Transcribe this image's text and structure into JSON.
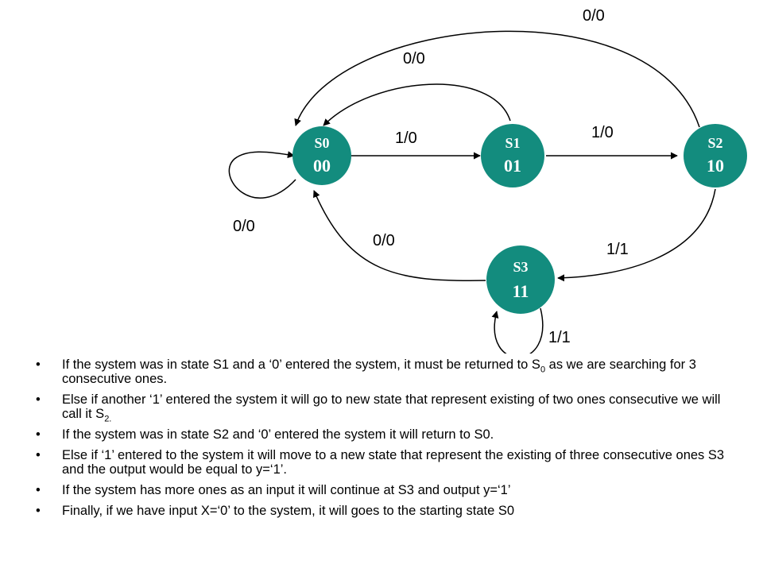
{
  "states": [
    {
      "id": "S0",
      "name": "S0",
      "code": "00"
    },
    {
      "id": "S1",
      "name": "S1",
      "code": "01"
    },
    {
      "id": "S2",
      "name": "S2",
      "code": "10"
    },
    {
      "id": "S3",
      "name": "S3",
      "code": "11"
    }
  ],
  "transitions": [
    {
      "from": "S0",
      "to": "S0",
      "label": "0/0"
    },
    {
      "from": "S0",
      "to": "S1",
      "label": "1/0"
    },
    {
      "from": "S1",
      "to": "S0",
      "label": "0/0"
    },
    {
      "from": "S1",
      "to": "S2",
      "label": "1/0"
    },
    {
      "from": "S2",
      "to": "S0",
      "label": "0/0"
    },
    {
      "from": "S2",
      "to": "S3",
      "label": "1/1"
    },
    {
      "from": "S3",
      "to": "S0",
      "label": "0/0"
    },
    {
      "from": "S3",
      "to": "S3",
      "label": "1/1"
    }
  ],
  "colors": {
    "state_fill": "#138c7e",
    "edge": "#000000",
    "text": "#000000"
  },
  "notes": [
    {
      "pre": "If the system was in state S1 and a ‘0’ entered the system, it must be returned to S",
      "sub": "0",
      "post": " as we are searching for 3 consecutive ones."
    },
    {
      "pre": "Else if another ‘1’ entered the system it will go to new state that represent existing of two ones consecutive we will call it S",
      "sub": "2.",
      "post": ""
    },
    {
      "pre": "If the system was in state S2 and ‘0’ entered the system it will return to S0.",
      "sub": "",
      "post": ""
    },
    {
      "pre": "Else if ‘1’ entered to the system it will move to a new state that represent the existing of three consecutive ones S3 and the output would be equal to y=‘1’.",
      "sub": "",
      "post": ""
    },
    {
      "pre": "If the system has more ones as an input it will continue at S3 and output y=‘1’",
      "sub": "",
      "post": ""
    },
    {
      "pre": "Finally, if we have input X=‘0’ to the system, it will goes to the starting state S0",
      "sub": "",
      "post": ""
    }
  ]
}
